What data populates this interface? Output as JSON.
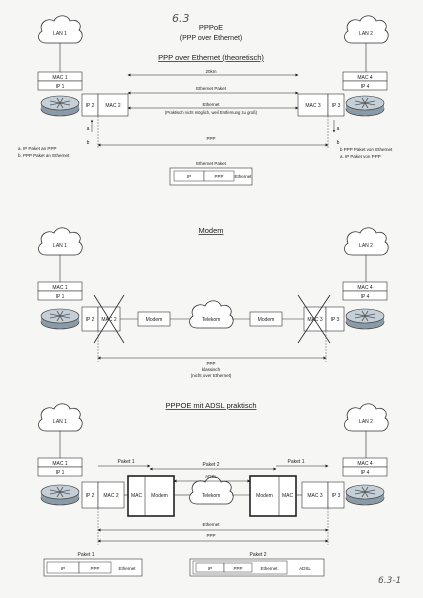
{
  "header": {
    "page_number": "6.3",
    "title": "PPPoE",
    "subtitle": "(PPP over Ethernet)",
    "footer_number": "6.3-1"
  },
  "section1": {
    "heading": "PPP over Ethernet (theoretisch)",
    "lan_left": "LAN 1",
    "lan_right": "LAN 2",
    "mac_left": "MAC 1",
    "ip_left": "IP 1",
    "mac_right": "MAC 4",
    "ip_right": "IP 4",
    "ip2": "IP 2",
    "mac2": "MAC 2",
    "mac3": "MAC 3",
    "ip3": "IP 3",
    "distance": "20km",
    "ethernet_paket": "Ethernet Paket",
    "ethernet": "Ethernet",
    "ethernet_note": "(Praktisch nicht möglich, weil Entfernung zu groß)",
    "ppp": "PPP",
    "a_left": "a",
    "b_left": "b",
    "a_right": "a",
    "b_right": "b",
    "notes_left": [
      "a. IP Paket an PPP",
      "b. PPP Paket an Ethernet"
    ],
    "notes_right": [
      "b PPP Paket von Ethernet",
      "a. IP Paket von PPP"
    ],
    "packet_title": "Ethernet Paket",
    "packet_cells": [
      "IP",
      "PPP",
      "Ethernet"
    ]
  },
  "section2": {
    "heading": "Modem",
    "lan_left": "LAN 1",
    "lan_right": "LAN 2",
    "mac_left": "MAC 1",
    "ip_left": "IP 1",
    "mac_right": "MAC 4",
    "ip_right": "IP 4",
    "ip2": "IP 2",
    "mac2": "MAC 2",
    "modem_left": "Modem",
    "telekom": "Telekom",
    "modem_right": "Modem",
    "mac3": "MAC 3",
    "ip3": "IP 3",
    "ppp_label": "PPP",
    "ppp_note1": "klassisch",
    "ppp_note2": "(nicht over Ethernet)"
  },
  "section3": {
    "heading": "PPPOE mit ADSL praktisch",
    "lan_left": "LAN 1",
    "lan_right": "LAN 2",
    "mac_left": "MAC 1",
    "ip_left": "IP 1",
    "mac_right": "MAC 4",
    "ip_right": "IP 4",
    "ip2": "IP 2",
    "mac2": "MAC 2",
    "dev_left_mac": "MAC",
    "dev_left_modem": "Modem",
    "adsl": "ADSL",
    "telekom": "Telekom",
    "dev_right_modem": "Modem",
    "dev_right_mac": "MAC",
    "mac3": "MAC 3",
    "ip3": "IP 3",
    "paket1": "Paket 1",
    "paket2": "Paket 2",
    "paket1_right": "Paket 1",
    "ethernet": "Ethernet",
    "ppp": "PPP",
    "packet1_title": "Paket 1",
    "packet1_cells": [
      "IP",
      "PPP",
      "Ethernet"
    ],
    "packet2_title": "Paket 2",
    "packet2_cells": [
      "IP",
      "PPP",
      "Ethernet",
      "ADSL"
    ]
  }
}
